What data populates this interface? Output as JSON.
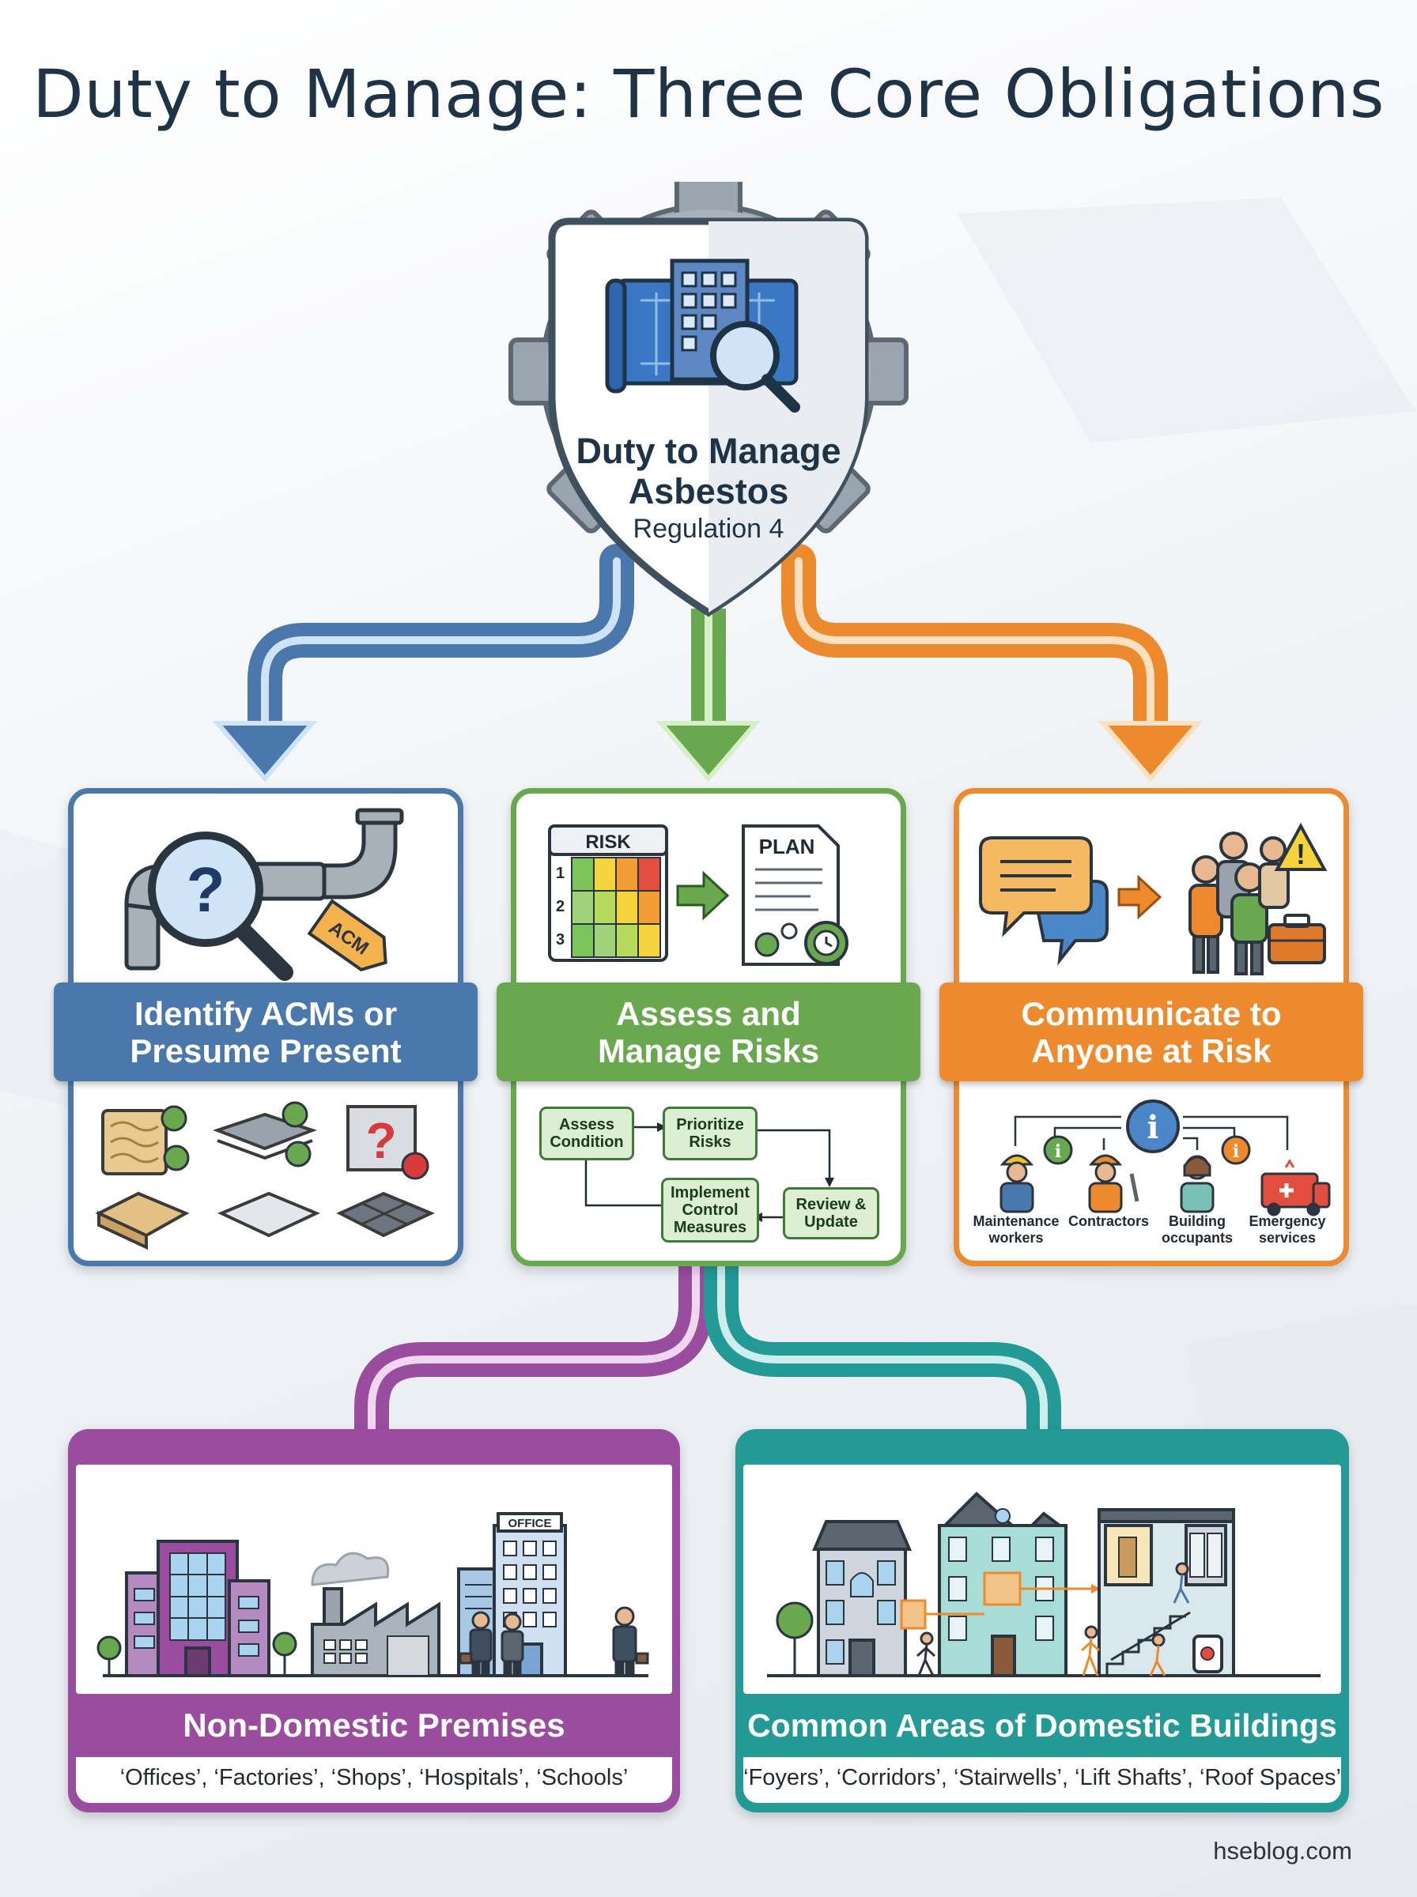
{
  "title": "Duty to Manage: Three Core Obligations",
  "hub": {
    "title_line1": "Duty to Manage",
    "title_line2": "Asbestos",
    "subtitle": "Regulation 4"
  },
  "obligations": [
    {
      "heading_line1": "Identify ACMs or",
      "heading_line2": "Presume Present",
      "tag_text": "ACM",
      "color": "#4a78ad"
    },
    {
      "heading_line1": "Assess and",
      "heading_line2": "Manage Risks",
      "risk_label": "RISK",
      "risk_rows": [
        "1",
        "2",
        "3"
      ],
      "plan_label": "PLAN",
      "flow": [
        "Assess Condition",
        "Prioritize Risks",
        "Implement Control Measures",
        "Review & Update"
      ],
      "color": "#6aa84f"
    },
    {
      "heading_line1": "Communicate to",
      "heading_line2": "Anyone at Risk",
      "people": [
        {
          "line1": "Maintenance",
          "line2": "workers"
        },
        {
          "line1": "Contractors",
          "line2": ""
        },
        {
          "line1": "Building",
          "line2": "occupants"
        },
        {
          "line1": "Emergency",
          "line2": "services"
        }
      ],
      "color": "#ee8a2e"
    }
  ],
  "scope": [
    {
      "heading": "Non-Domestic Premises",
      "examples": "‘Offices’, ‘Factories’, ‘Shops’, ‘Hospitals’, ‘Schools’",
      "sign_text": "OFFICE",
      "color": "#9a4d9e"
    },
    {
      "heading": "Common Areas of Domestic Buildings",
      "examples": "‘Foyers’, ‘Corridors’, ‘Stairwells’, ‘Lift Shafts’, ‘Roof Spaces’",
      "color": "#239a96"
    }
  ],
  "footer": "hseblog.com"
}
